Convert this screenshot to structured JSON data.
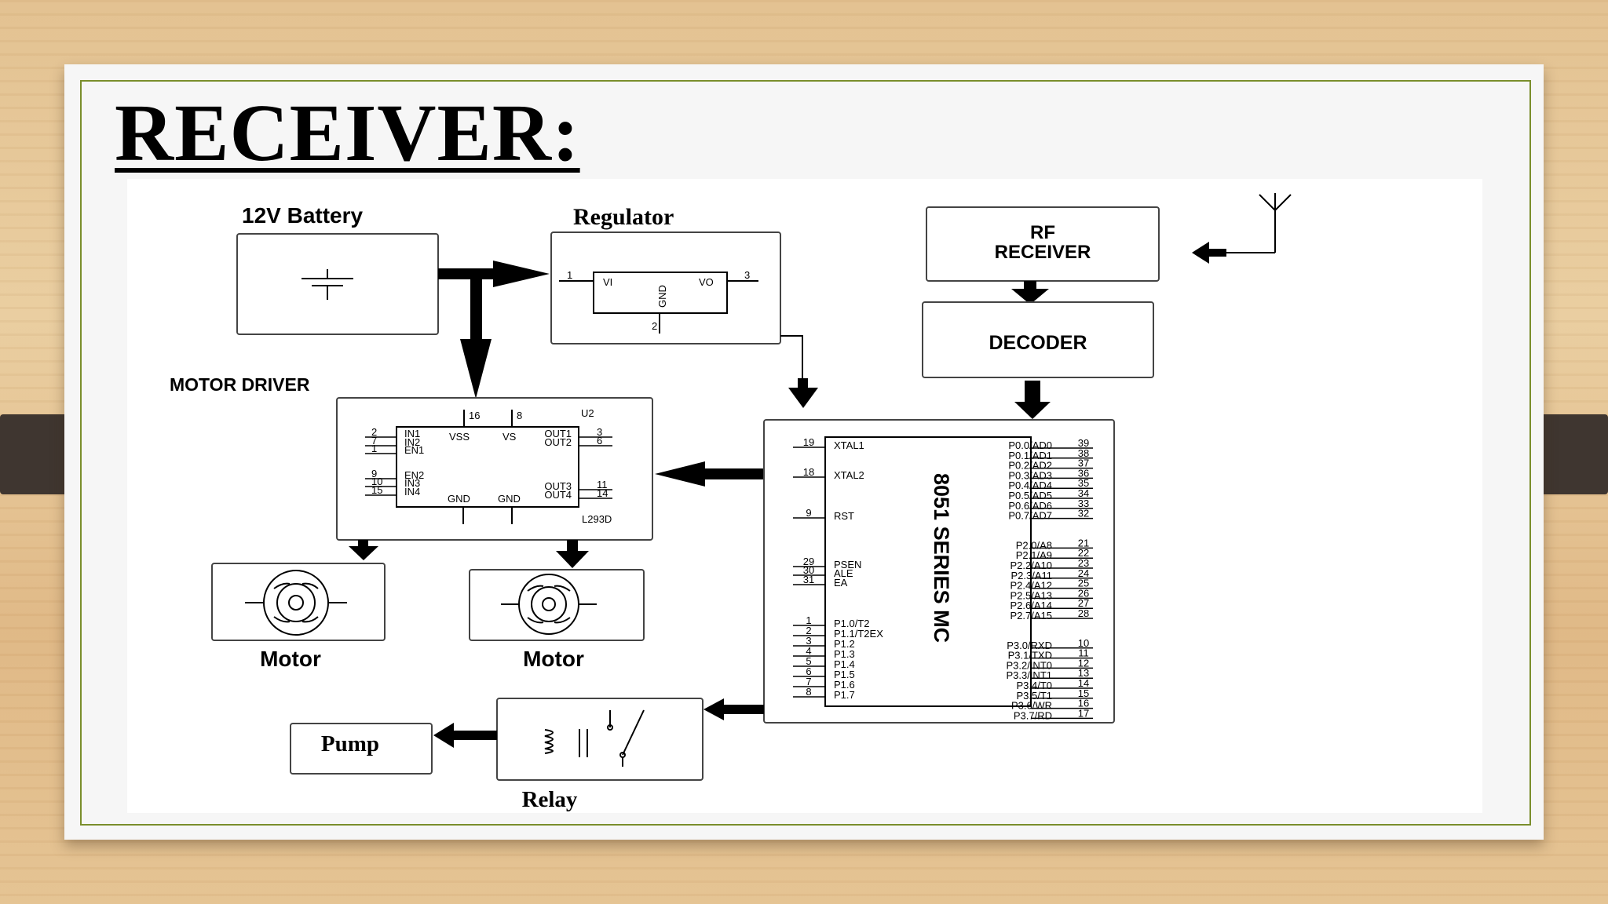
{
  "slide": {
    "title": "RECEIVER:"
  },
  "blocks": {
    "battery": {
      "label": "12V Battery"
    },
    "regulator": {
      "label": "Regulator",
      "pin_in": "1",
      "pin_out": "3",
      "pin_gnd": "2",
      "vi": "VI",
      "vo": "VO",
      "gnd": "GND"
    },
    "rf_receiver": {
      "line1": "RF",
      "line2": "RECEIVER"
    },
    "decoder": {
      "label": "DECODER"
    },
    "motor_driver": {
      "label": "MOTOR DRIVER",
      "ref": "U2",
      "part": "L293D",
      "top_pins": [
        "16",
        "8"
      ],
      "vss": "VSS",
      "vs": "VS",
      "gnd1": "GND",
      "gnd2": "GND",
      "left_inputs": [
        {
          "num": "2",
          "name": "IN1"
        },
        {
          "num": "7",
          "name": "IN2"
        },
        {
          "num": "1",
          "name": "EN1"
        },
        {
          "num": "9",
          "name": "EN2"
        },
        {
          "num": "10",
          "name": "IN3"
        },
        {
          "num": "15",
          "name": "IN4"
        }
      ],
      "right_outputs": [
        {
          "num": "3",
          "name": "OUT1"
        },
        {
          "num": "6",
          "name": "OUT2"
        },
        {
          "num": "11",
          "name": "OUT3"
        },
        {
          "num": "14",
          "name": "OUT4"
        }
      ]
    },
    "motor1": {
      "label": "Motor"
    },
    "motor2": {
      "label": "Motor"
    },
    "pump": {
      "label": "Pump"
    },
    "relay": {
      "label": "Relay"
    },
    "mcu": {
      "label": "8051 SERIES MC",
      "left_pins": [
        {
          "num": "19",
          "name": "XTAL1"
        },
        {
          "num": "18",
          "name": "XTAL2"
        },
        {
          "num": "9",
          "name": "RST"
        },
        {
          "num": "29",
          "name": "PSEN"
        },
        {
          "num": "30",
          "name": "ALE"
        },
        {
          "num": "31",
          "name": "EA"
        },
        {
          "num": "1",
          "name": "P1.0/T2"
        },
        {
          "num": "2",
          "name": "P1.1/T2EX"
        },
        {
          "num": "3",
          "name": "P1.2"
        },
        {
          "num": "4",
          "name": "P1.3"
        },
        {
          "num": "5",
          "name": "P1.4"
        },
        {
          "num": "6",
          "name": "P1.5"
        },
        {
          "num": "7",
          "name": "P1.6"
        },
        {
          "num": "8",
          "name": "P1.7"
        }
      ],
      "right_pins": [
        {
          "num": "39",
          "name": "P0.0/AD0"
        },
        {
          "num": "38",
          "name": "P0.1/AD1"
        },
        {
          "num": "37",
          "name": "P0.2/AD2"
        },
        {
          "num": "36",
          "name": "P0.3/AD3"
        },
        {
          "num": "35",
          "name": "P0.4/AD4"
        },
        {
          "num": "34",
          "name": "P0.5/AD5"
        },
        {
          "num": "33",
          "name": "P0.6/AD6"
        },
        {
          "num": "32",
          "name": "P0.7/AD7"
        },
        {
          "num": "21",
          "name": "P2.0/A8"
        },
        {
          "num": "22",
          "name": "P2.1/A9"
        },
        {
          "num": "23",
          "name": "P2.2/A10"
        },
        {
          "num": "24",
          "name": "P2.3/A11"
        },
        {
          "num": "25",
          "name": "P2.4/A12"
        },
        {
          "num": "26",
          "name": "P2.5/A13"
        },
        {
          "num": "27",
          "name": "P2.6/A14"
        },
        {
          "num": "28",
          "name": "P2.7/A15"
        },
        {
          "num": "10",
          "name": "P3.0/RXD"
        },
        {
          "num": "11",
          "name": "P3.1/TXD"
        },
        {
          "num": "12",
          "name": "P3.2/INT0"
        },
        {
          "num": "13",
          "name": "P3.3/INT1"
        },
        {
          "num": "14",
          "name": "P3.4/T0"
        },
        {
          "num": "15",
          "name": "P3.5/T1"
        },
        {
          "num": "16",
          "name": "P3.6/WR"
        },
        {
          "num": "17",
          "name": "P3.7/RD"
        }
      ]
    }
  }
}
